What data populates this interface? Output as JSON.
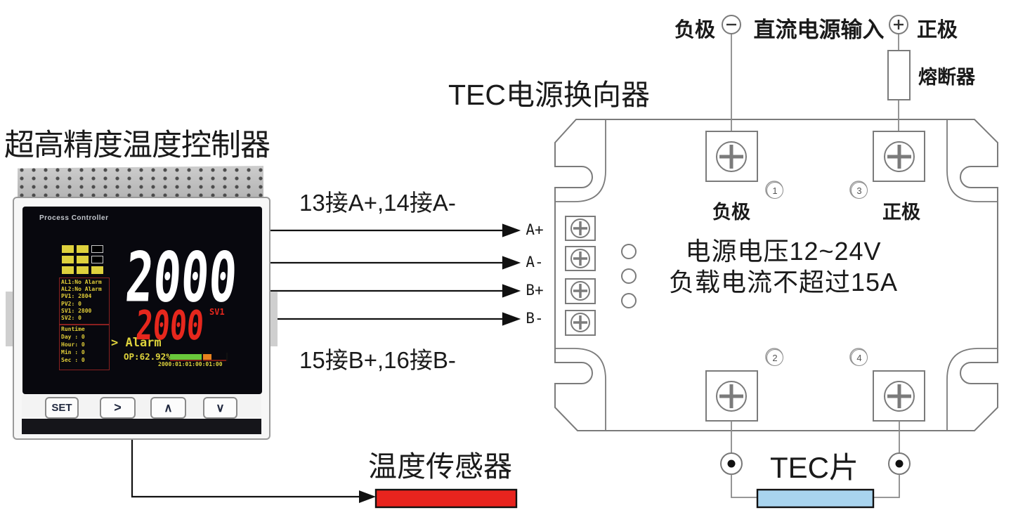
{
  "left_panel": {
    "title": "超高精度温度控制器",
    "controller": {
      "brand": "Process Controller",
      "status_lines": [
        "AL1:No Alarm",
        "AL2:No Alarm",
        "PV1: 2804",
        "PV2: 0",
        "SV1: 2800",
        "SV2: 0"
      ],
      "runtime_lines": [
        "Runtime",
        "Day : 0",
        "Hour: 0",
        "Min : 0",
        "Sec : 0"
      ],
      "pv_value": "2000",
      "sv_value": "2000",
      "sv_label": "SV1",
      "alarm_text": "> Alarm",
      "op_text": "OP:62.92%",
      "timestamp": "2000:01:01:00:01:00",
      "buttons": [
        "SET",
        ">",
        "∧",
        "∨"
      ]
    },
    "sensor_label": "温度传感器"
  },
  "wiring": {
    "top_label": "13接A+,14接A-",
    "bottom_label": "15接B+,16接B-"
  },
  "module": {
    "title": "TEC电源换向器",
    "input_terminals": [
      "A+",
      "A-",
      "B+",
      "B-"
    ],
    "terminal_negative": "负极",
    "terminal_positive": "正极",
    "terminal_numbers": [
      "1",
      "3",
      "2",
      "4"
    ],
    "spec_line1": "电源电压12~24V",
    "spec_line2": "负载电流不超过15A",
    "tec_label": "TEC片"
  },
  "power_input": {
    "negative_label": "负极",
    "title": "直流电源输入",
    "positive_label": "正极",
    "fuse_label": "熔断器"
  },
  "colors": {
    "sensor_red": "#e8241e",
    "tec_blue": "#a9d4ee",
    "display_yellow": "#ddd23c",
    "pv_white": "#ffffff",
    "sv_red": "#e6271d",
    "bar_green": "#69c83b",
    "bar_orange": "#e8821e"
  }
}
